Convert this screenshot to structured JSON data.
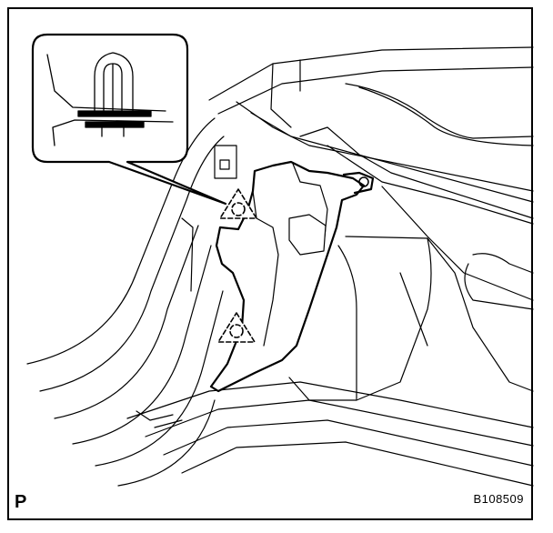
{
  "diagram": {
    "view_label": "P",
    "figure_id": "B108509",
    "line_color": "#000000",
    "background": "#ffffff",
    "callout": {
      "subject": "clip",
      "icon": "push-clip-icon"
    },
    "parts": {
      "panel": "cowl-side-trim-panel",
      "clip_markers": [
        "clip-marker-upper",
        "clip-marker-lower"
      ]
    }
  }
}
